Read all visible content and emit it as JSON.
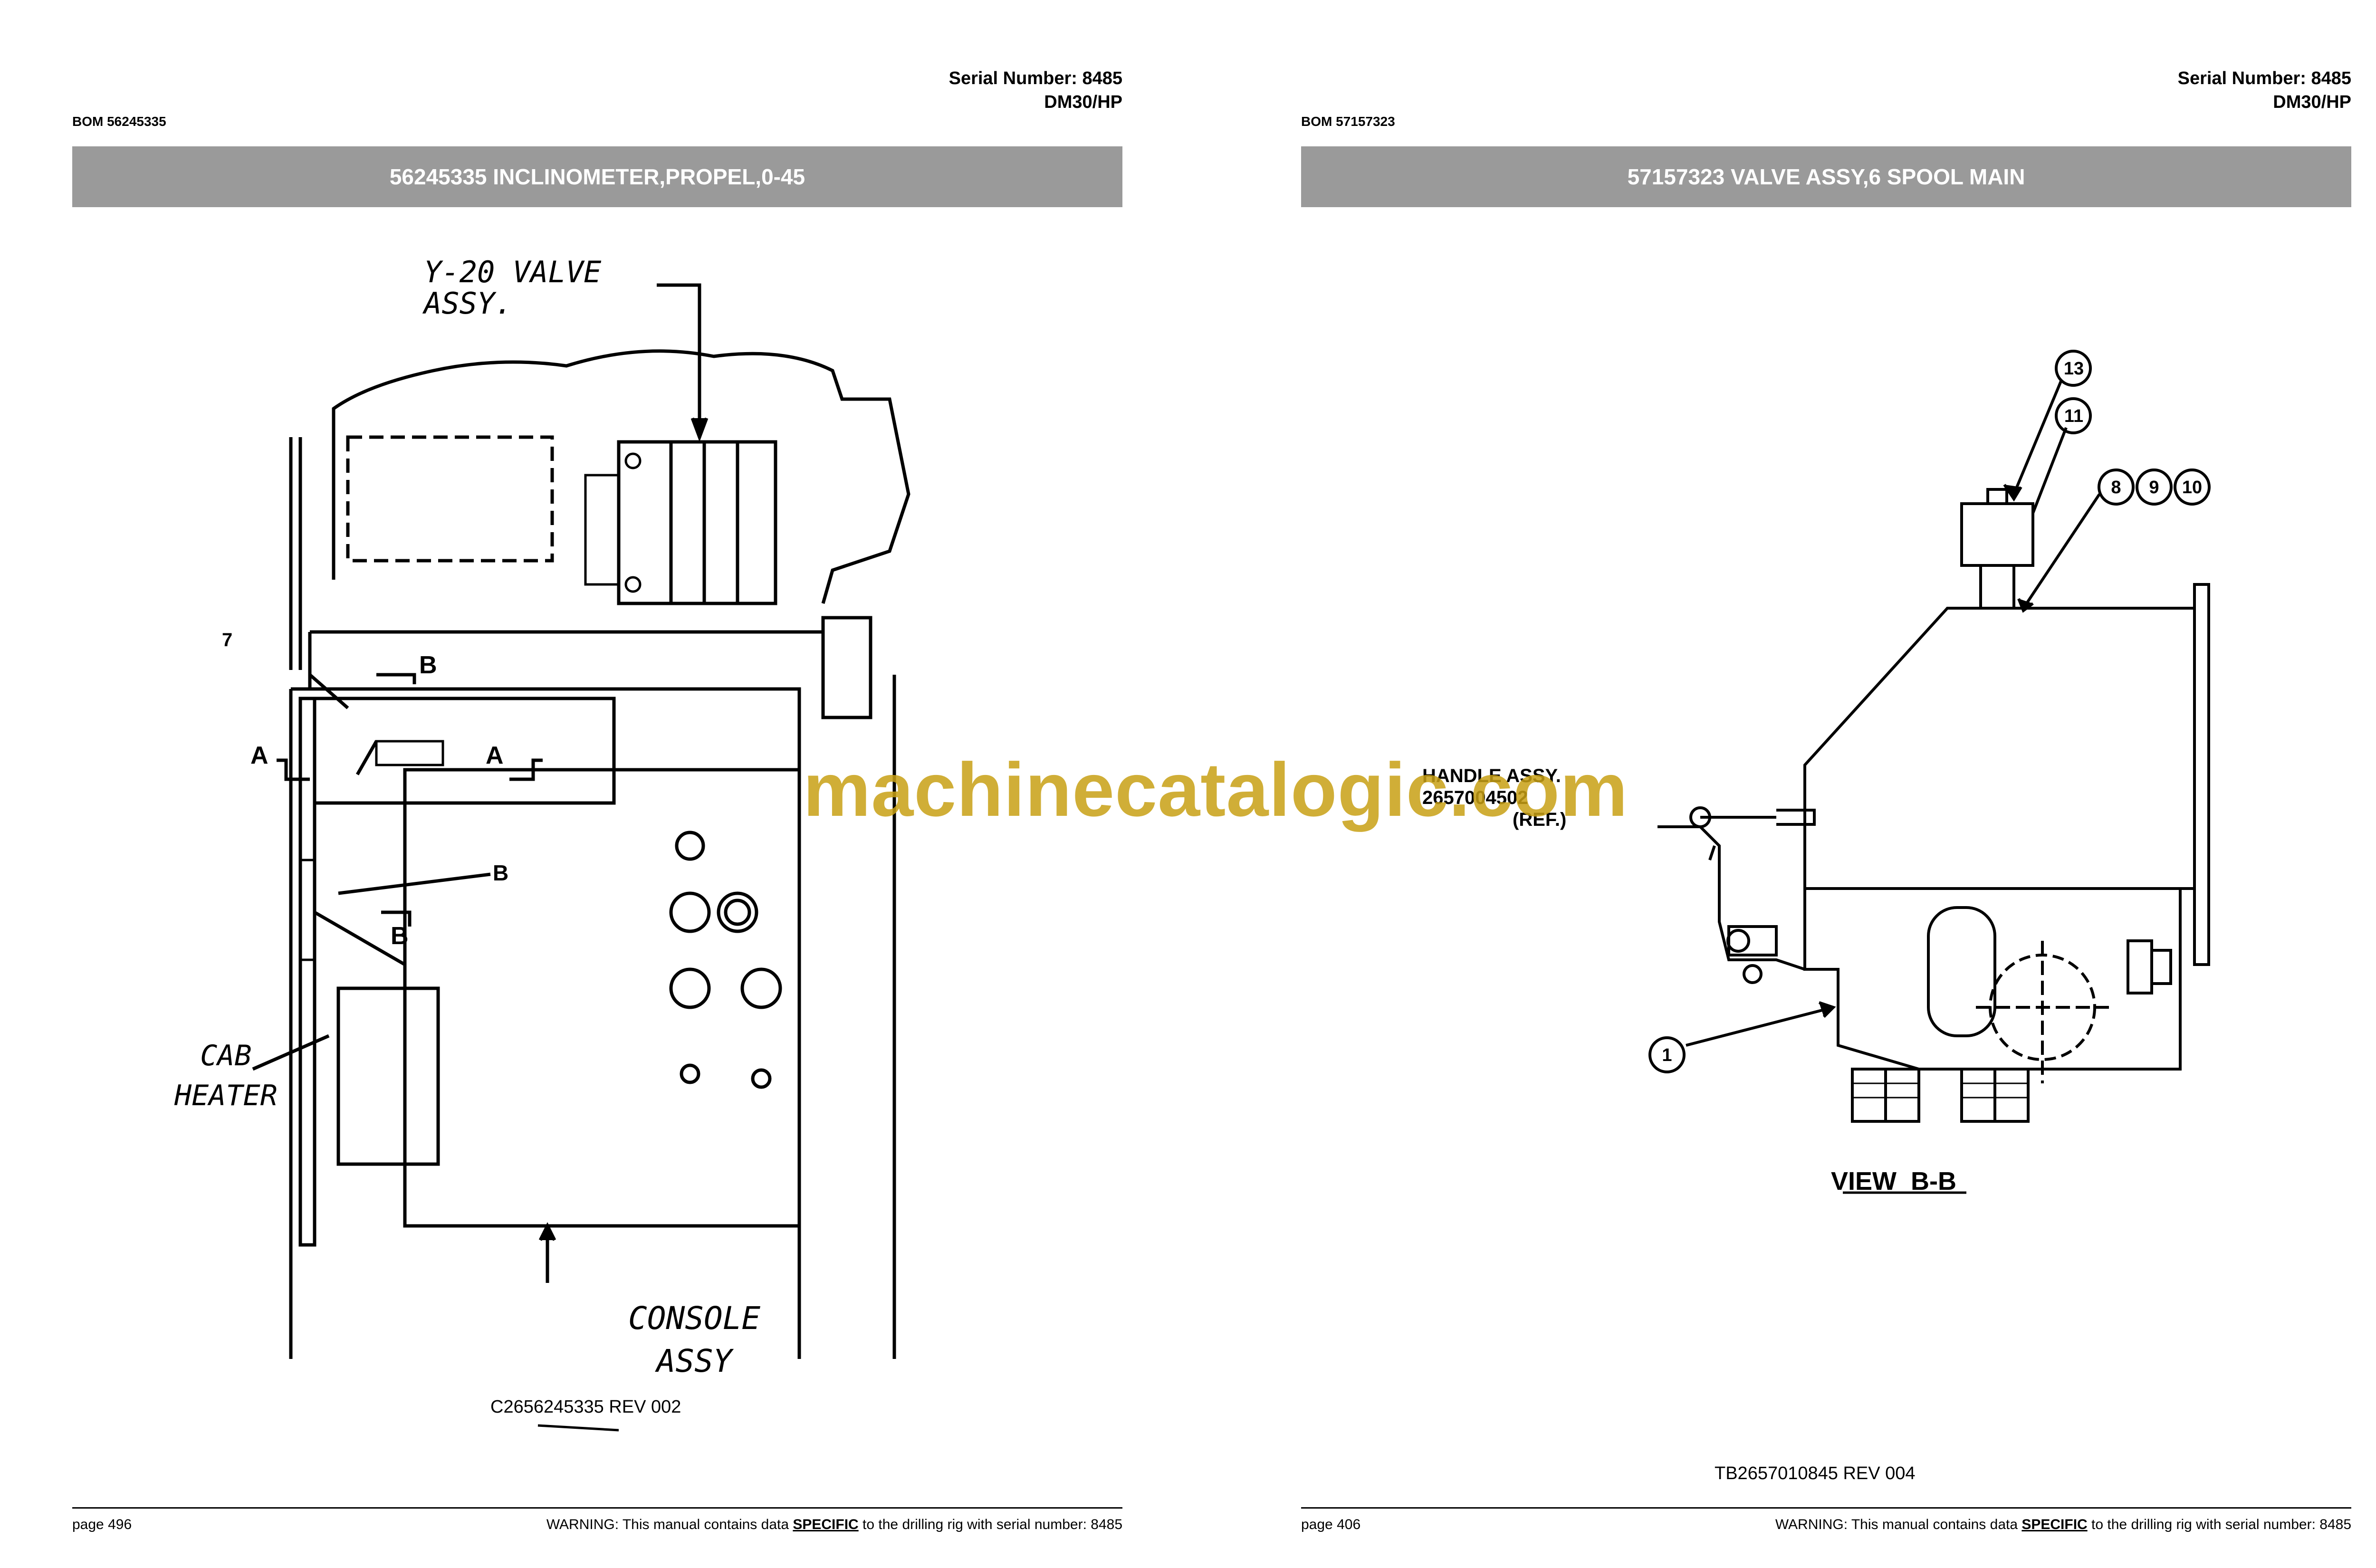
{
  "left_page": {
    "serial_number": "Serial Number: 8485",
    "model": "DM30/HP",
    "bom": "BOM 56245335",
    "title": "56245335 INCLINOMETER,PROPEL,0-45",
    "callouts": {
      "valve_line1": "Y-20 VALVE",
      "valve_line2": "ASSY.",
      "item7": "7",
      "section_b": "B",
      "section_a": "A",
      "cab_line1": "CAB",
      "cab_line2": "HEATER",
      "console_line1": "CONSOLE",
      "console_line2": "ASSY"
    },
    "caption": "C2656245335 REV 002",
    "page_number": "page 496",
    "warning_prefix": "WARNING:  This manual contains data ",
    "warning_specific": "SPECIFIC",
    "warning_suffix": " to the drilling rig with serial number: 8485"
  },
  "right_page": {
    "serial_number": "Serial Number: 8485",
    "model": "DM30/HP",
    "bom": "BOM 57157323",
    "title": "57157323 VALVE ASSY,6 SPOOL MAIN",
    "callouts": {
      "c13": "13",
      "c11": "11",
      "c8": "8",
      "c9": "9",
      "c10": "10",
      "c1": "1",
      "handle_line1": "HANDLE ASSY.",
      "handle_line2": "2657004502",
      "handle_line3": "(REF.)",
      "view": "VIEW  B-B"
    },
    "caption": "TB2657010845 REV 004",
    "page_number": "page 406",
    "warning_prefix": "WARNING:  This manual contains data ",
    "warning_specific": "SPECIFIC",
    "warning_suffix": " to the drilling rig with serial number: 8485"
  },
  "watermark": "machinecatalogic.com",
  "colors": {
    "title_bar": "#9a9a9a",
    "watermark": "#c8a014"
  }
}
